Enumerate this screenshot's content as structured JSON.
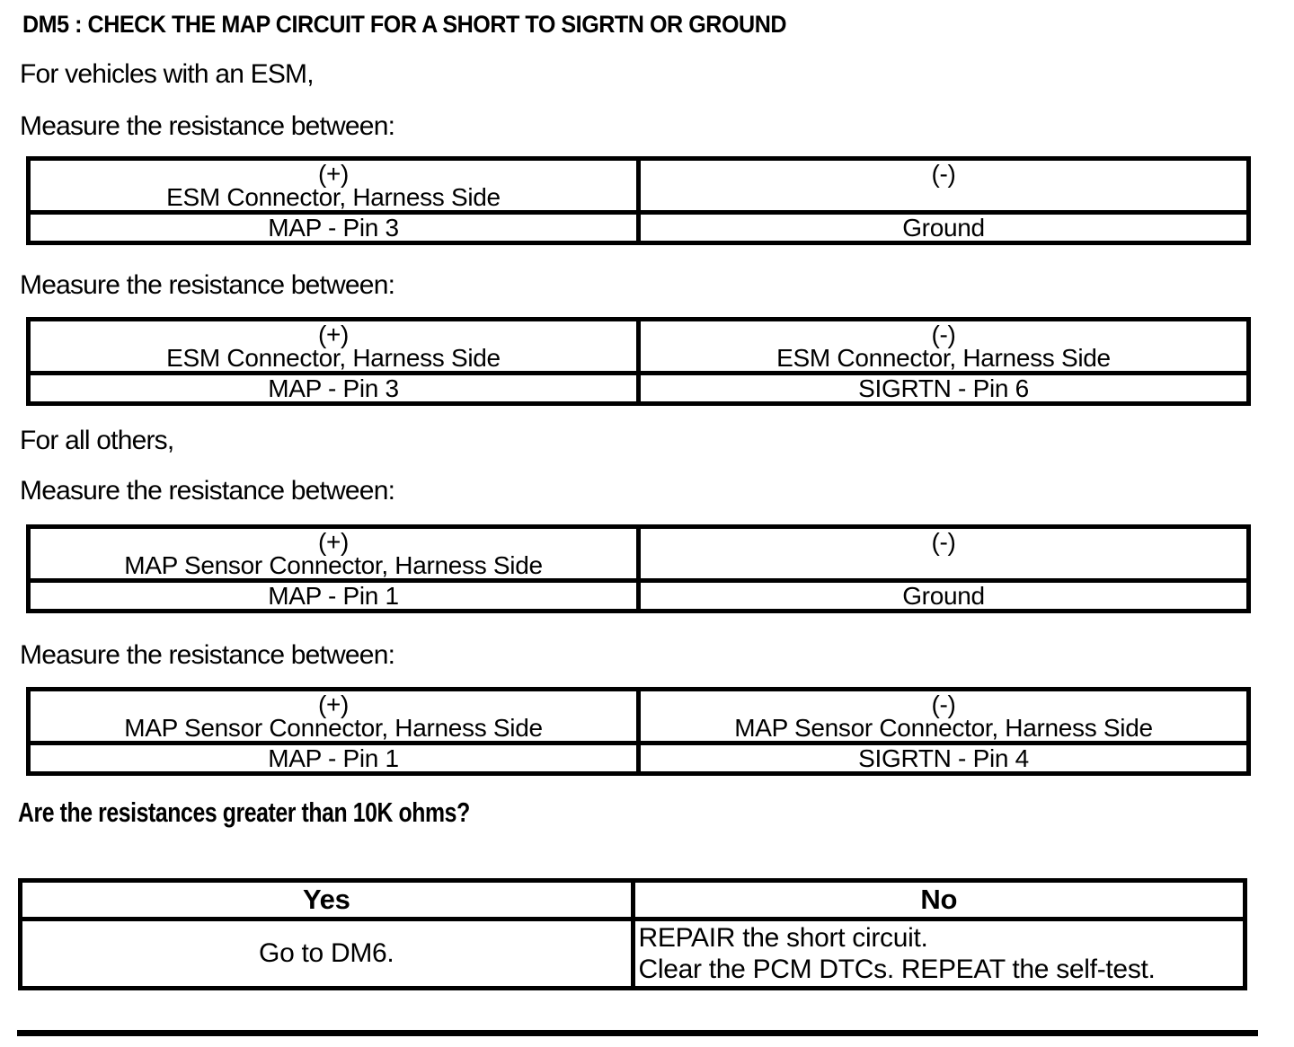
{
  "document": {
    "title": "DM5 : CHECK THE MAP CIRCUIT FOR A SHORT TO SIGRTN OR GROUND",
    "intro_esm": "For vehicles with an ESM,",
    "intro_others": "For all others,",
    "question": "Are the resistances greater than 10K ohms?",
    "text_color": "#000000",
    "background_color": "#ffffff"
  },
  "measurements": [
    {
      "lead_in": "Measure the resistance between:",
      "positive": {
        "sign": "(+)",
        "connector": "ESM Connector, Harness Side",
        "point": "MAP - Pin 3"
      },
      "negative": {
        "sign": "(-)",
        "connector": "",
        "point": "Ground"
      }
    },
    {
      "lead_in": "Measure the resistance between:",
      "positive": {
        "sign": "(+)",
        "connector": "ESM Connector, Harness Side",
        "point": "MAP - Pin 3"
      },
      "negative": {
        "sign": "(-)",
        "connector": "ESM Connector, Harness Side",
        "point": "SIGRTN - Pin 6"
      }
    },
    {
      "lead_in": "Measure the resistance between:",
      "positive": {
        "sign": "(+)",
        "connector": "MAP Sensor Connector, Harness Side",
        "point": "MAP - Pin 1"
      },
      "negative": {
        "sign": "(-)",
        "connector": "",
        "point": "Ground"
      }
    },
    {
      "lead_in": "Measure the resistance between:",
      "positive": {
        "sign": "(+)",
        "connector": "MAP Sensor Connector, Harness Side",
        "point": "MAP - Pin 1"
      },
      "negative": {
        "sign": "(-)",
        "connector": "MAP Sensor Connector, Harness Side",
        "point": "SIGRTN - Pin 4"
      }
    }
  ],
  "decision_table": {
    "yes_header": "Yes",
    "no_header": "No",
    "yes_action": "Go to DM6.",
    "no_action_line1": "REPAIR the short circuit.",
    "no_action_line2": "Clear the PCM DTCs. REPEAT the self-test."
  }
}
